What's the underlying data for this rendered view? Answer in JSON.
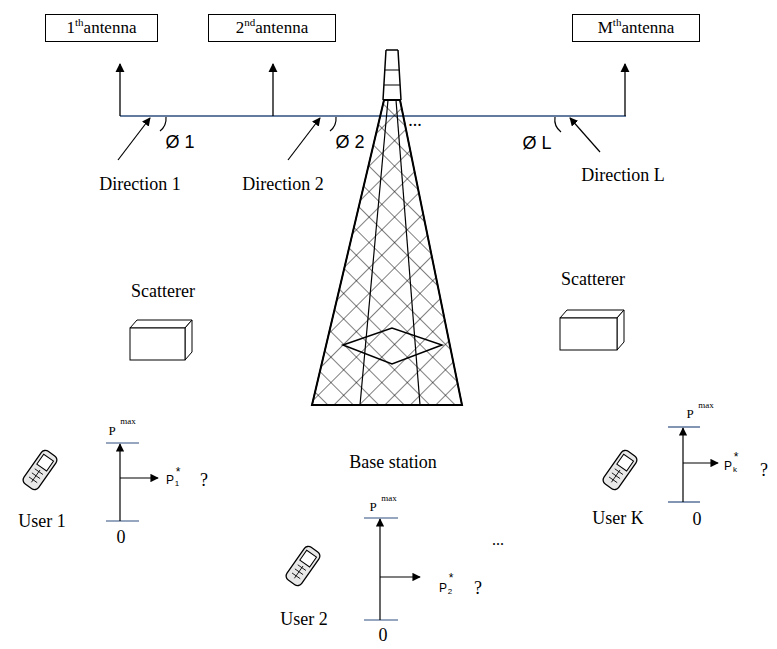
{
  "diagram": {
    "nodes": [
      {
        "text": [
          "1",
          "th",
          "antenna"
        ]
      },
      {
        "text": [
          "2",
          "nd",
          "antenna"
        ]
      },
      {
        "text": [
          "M",
          "th",
          "antenna"
        ]
      }
    ],
    "labels": [
      "Ø 1",
      "Direction 1",
      "Ø 2",
      "Direction 2",
      "...",
      "Ø L",
      "Direction L",
      "Scatterer",
      "Scatterer",
      "P",
      "max",
      "P",
      "1",
      "*",
      "?",
      "0",
      "User 1",
      "Base station",
      "P",
      "max",
      "P",
      "k",
      "*",
      "?",
      "User K",
      "0",
      "P",
      "max",
      "P",
      "2",
      "*",
      "?",
      "...",
      "User 2",
      "0"
    ]
  }
}
